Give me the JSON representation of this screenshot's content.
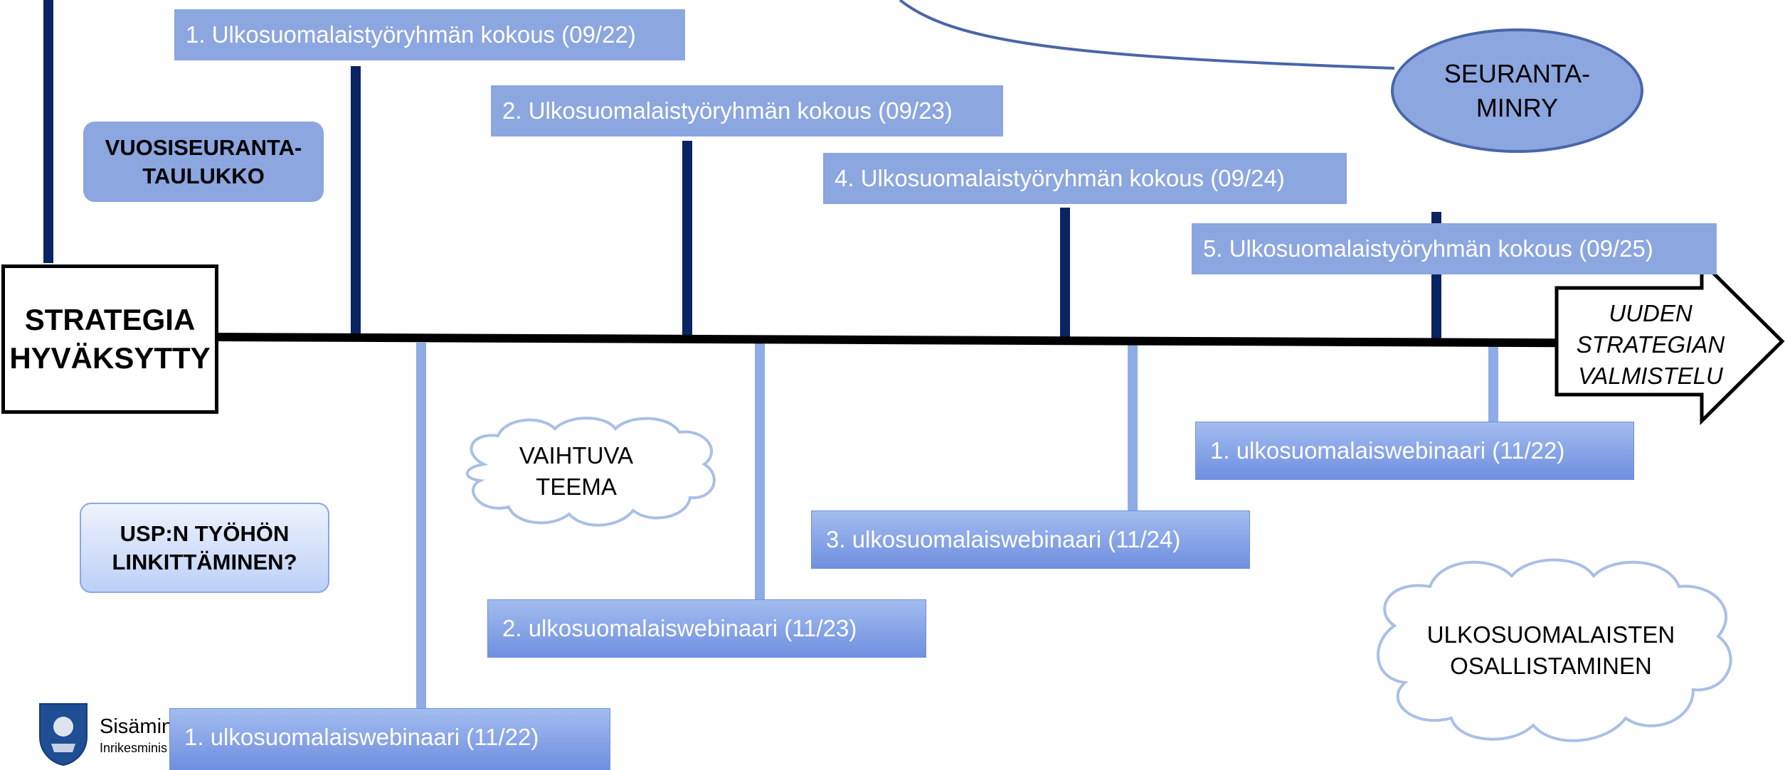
{
  "strategy": {
    "line1": "STRATEGIA",
    "line2": "HYVÄKSYTTY"
  },
  "vuosiseuranta": {
    "line1": "VUOSISEURANTA-",
    "line2": "TAULUKKO"
  },
  "usp": {
    "line1": "USP:N TYÖHÖN",
    "line2": "LINKITTÄMINEN?"
  },
  "seuranta": {
    "line1": "SEURANTA-",
    "line2": "MINRY"
  },
  "arrow": {
    "line1": "UUDEN",
    "line2": "STRATEGIAN",
    "line3": "VALMISTELU"
  },
  "cloud_theme": {
    "line1": "VAIHTUVA",
    "line2": "TEEMA"
  },
  "cloud_participation": {
    "line1": "ULKOSUOMALAISTEN",
    "line2": "OSALLISTAMINEN"
  },
  "meetings": [
    "1. Ulkosuomalaistyöryhmän kokous (09/22)",
    "2. Ulkosuomalaistyöryhmän kokous (09/23)",
    "4. Ulkosuomalaistyöryhmän kokous (09/24)",
    "5. Ulkosuomalaistyöryhmän kokous (09/25)"
  ],
  "webinars": [
    "1. ulkosuomalaiswebinaari (11/22)",
    "2. ulkosuomalaiswebinaari (11/23)",
    "3. ulkosuomalaiswebinaari (11/24)",
    "1. ulkosuomalaiswebinaari (11/22)"
  ],
  "logo": {
    "name": "Sisämin",
    "subname": "Inrikesminis"
  },
  "colors": {
    "dark_bar": "#0a2463",
    "meeting_box": "#8ca6e0",
    "webinar_box": "#7b98e3",
    "light_bar": "#8fabe6",
    "cloud_outline": "#a9bfe6",
    "ellipse_outline": "#4a66a8"
  }
}
